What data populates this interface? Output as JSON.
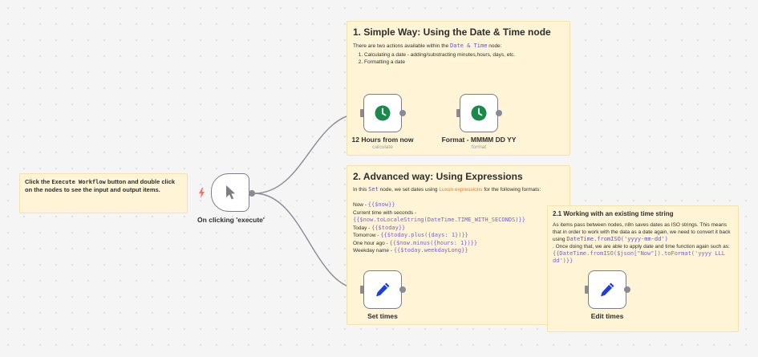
{
  "intro_note": {
    "prefix": "Click the ",
    "code": "Execute Workflow",
    "suffix": " button and double click on the nodes to see the input and output items."
  },
  "simple_note": {
    "title": "1. Simple Way: Using the Date & Time node",
    "intro_prefix": "There are two actions available within the ",
    "intro_code": "Date & Time",
    "intro_suffix": " node:",
    "items": [
      "Calculating a date - adding/substracting minutes,hours, days, etc.",
      "Formatting a date"
    ]
  },
  "advanced_note": {
    "title": "2. Advanced way: Using Expressions",
    "intro_1": "In this ",
    "intro_set": "Set",
    "intro_2": " node, we set dates using ",
    "intro_luxon": "Luxon expressions",
    "intro_3": " for the following formats:",
    "lines": [
      {
        "label": "Now - ",
        "code": "{{$now}}"
      },
      {
        "label": "Current time with seconds - ",
        "code": ""
      },
      {
        "label": "",
        "code": "{{$now.toLocaleString(DateTime.TIME_WITH_SECONDS)}}"
      },
      {
        "label": "Today - ",
        "code": "{{$today}}"
      },
      {
        "label": "Tomorrow - ",
        "code": "{{$today.plus({days: 1})}}"
      },
      {
        "label": "One hour ago - ",
        "code": "{{$now.minus({hours: 1})}}"
      },
      {
        "label": "Weekday name - ",
        "code": "{{$today.weekdayLong}}"
      }
    ]
  },
  "existing_note": {
    "title": "2.1 Working with an existing time string",
    "text_1": "As items pass between nodes, n8n saves dates as ISO strings. This means that in order to work with the data as a date again, we need to convert it back using ",
    "code_1": "DateTime.fromISO('yyyy-mm-dd')",
    "text_2": ". Once doing that, we are able to apply date and time function again such as: ",
    "code_2": "{{DateTime.fromISO($json[\"Now\"]).toFormat('yyyy LLL dd')}}"
  },
  "nodes": {
    "trigger": {
      "label": "On clicking 'execute'",
      "icon": "cursor-icon"
    },
    "hours": {
      "label": "12 Hours from now",
      "sub": "calculate",
      "icon": "clock-icon"
    },
    "format": {
      "label": "Format - MMMM DD YY",
      "sub": "format",
      "icon": "clock-icon"
    },
    "set": {
      "label": "Set times",
      "icon": "pencil-icon"
    },
    "edit": {
      "label": "Edit times",
      "icon": "pencil-icon"
    }
  },
  "colors": {
    "canvas": "#f5f5f5",
    "sticky": "#fff5d6",
    "clock": "#1a8a4a",
    "pencil": "#1f3fd6",
    "trigger_bolt": "#ff6d5a",
    "edge": "#8a8a95"
  }
}
